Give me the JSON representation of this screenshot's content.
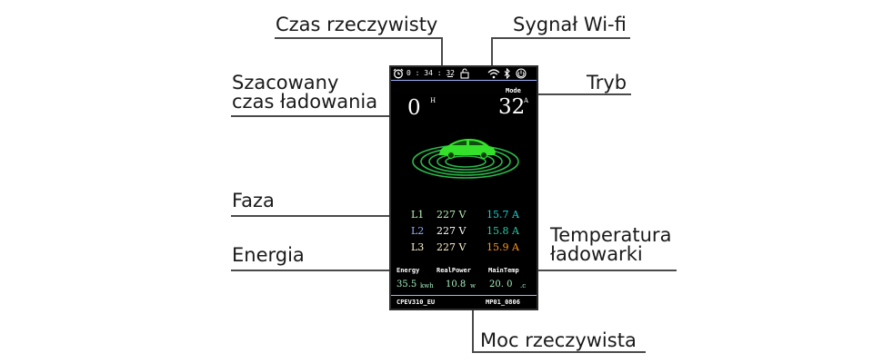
{
  "callouts": {
    "realtime": "Czas rzeczywisty",
    "wifi": "Sygnał Wi-fi",
    "est_line1": "Szacowany",
    "est_line2": "czas ładowania",
    "mode": "Tryb",
    "phase": "Faza",
    "energy": "Energia",
    "temp_line1": "Temperatura",
    "temp_line2": "ładowarki",
    "power": "Moc rzeczywista"
  },
  "screen": {
    "status": {
      "time": "0 : 34 : 32"
    },
    "icons": [
      "alarm-clock-icon",
      "lock-icon",
      "wifi-icon",
      "bluetooth-icon",
      "power-icon"
    ],
    "estimated_value": "0",
    "estimated_unit": "H",
    "mode_label": "Mode",
    "current_value": "32",
    "current_unit": "A",
    "phases": [
      {
        "name": "L1",
        "voltage": "227 V",
        "current": "15.7 A",
        "name_color": "#b8f0b8",
        "voltage_color": "#b8f0b8",
        "current_color": "#19d3d3"
      },
      {
        "name": "L2",
        "voltage": "227 V",
        "current": "15.8 A",
        "name_color": "#8fb0ff",
        "voltage_color": "#ffffff",
        "current_color": "#21d0a8"
      },
      {
        "name": "L3",
        "voltage": "227 V",
        "current": "15.9 A",
        "name_color": "#fff4c8",
        "voltage_color": "#fff4c8",
        "current_color": "#ff9a1a"
      }
    ],
    "energy_label": "Energy",
    "power_label": "RealPower",
    "temp_label": "MainTemp",
    "energy_value": "35.5",
    "energy_unit": "kwh",
    "power_value": "10.8",
    "power_unit": "w",
    "temp_value": "20. 0",
    "temp_unit": ".c",
    "model": "CPEV310_EU",
    "firmware": "MP01_0806",
    "colors": {
      "car": "#35e02a",
      "rings": "#2bb84a",
      "values": "#a8f0c0"
    }
  }
}
